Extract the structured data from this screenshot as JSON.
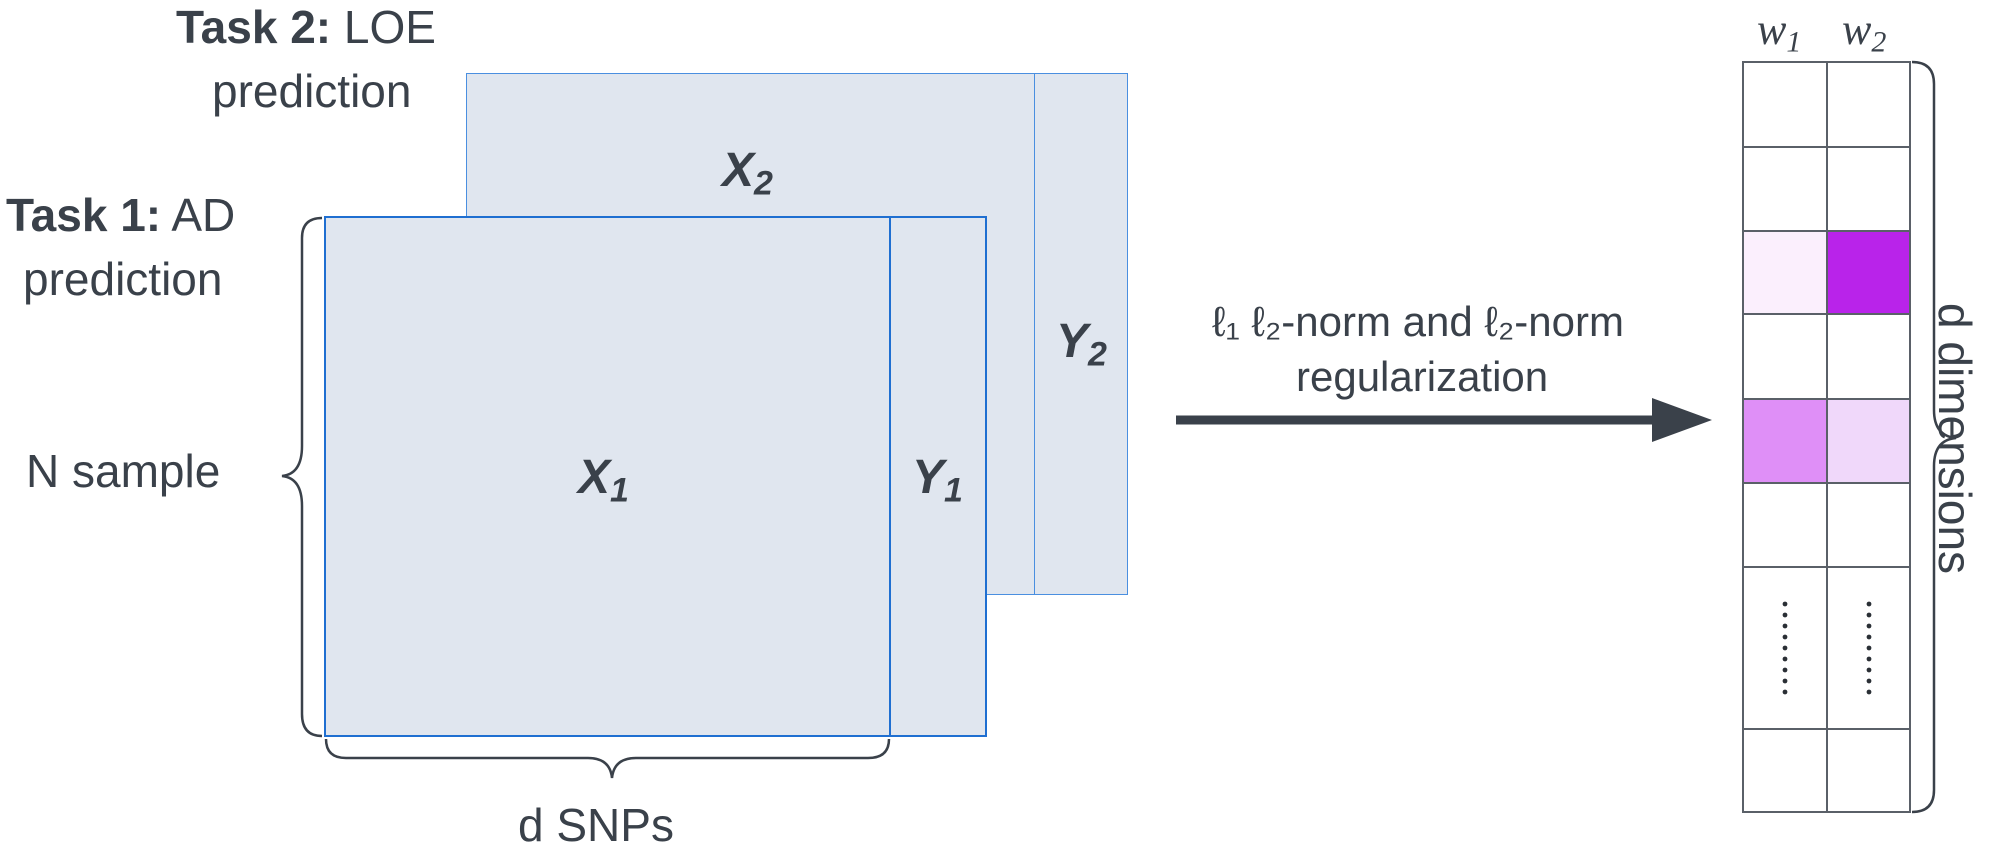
{
  "task2": {
    "bold": "Task 2:",
    "rest": " LOE",
    "line2": "prediction"
  },
  "task1": {
    "bold": "Task 1:",
    "rest": " AD",
    "line2": "prediction"
  },
  "x2": {
    "base": "X",
    "sub": "2"
  },
  "y2": {
    "base": "Y",
    "sub": "2"
  },
  "x1": {
    "base": "X",
    "sub": "1"
  },
  "y1": {
    "base": "Y",
    "sub": "1"
  },
  "n_sample": "N sample",
  "d_snps": "d SNPs",
  "arrow_text": {
    "line1": "ℓ₁ ℓ₂-norm and ℓ₂-norm",
    "line2": "regularization"
  },
  "w1": {
    "base": "w",
    "sub": "1"
  },
  "w2": {
    "base": "w",
    "sub": "2"
  },
  "d_dimensions": "d dimensions",
  "colors": {
    "panel_fill": "#e0e6ef",
    "panel_border": "#1f6fd1",
    "text": "#3a414a",
    "arrow": "#3a414a",
    "grid": "#5a6068",
    "w_pale": "#fbeffd",
    "w_dark": "#b923ea",
    "w_mid": "#df8ff7",
    "w_light": "#f0d8fa"
  }
}
